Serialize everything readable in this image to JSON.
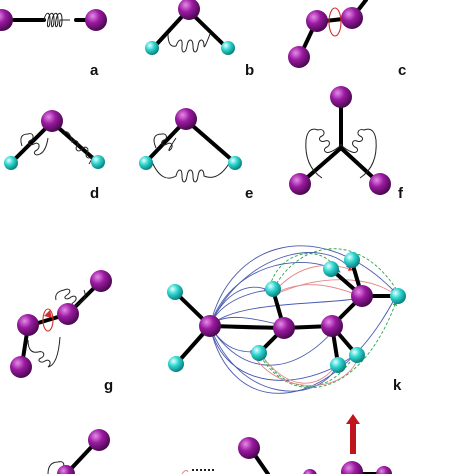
{
  "panels": [
    {
      "id": "a",
      "label": "a"
    },
    {
      "id": "b",
      "label": "b"
    },
    {
      "id": "c",
      "label": "c"
    },
    {
      "id": "d",
      "label": "d"
    },
    {
      "id": "e",
      "label": "e"
    },
    {
      "id": "f",
      "label": "f"
    },
    {
      "id": "g",
      "label": "g"
    },
    {
      "id": "k",
      "label": "k"
    }
  ],
  "colors": {
    "heavy_atom": "#9a1aa0",
    "light_atom": "#2ed6d0",
    "bond": "#000000",
    "spring": "#222222",
    "torsion_marker": "#d23030",
    "connection_blue": "#4a5bb0",
    "connection_green": "#2aa34a",
    "connection_red": "#e38a8a",
    "arrow_up": "#c0141c"
  },
  "icons": {
    "heavy_atom": "purple-sphere-icon",
    "light_atom": "cyan-sphere-icon",
    "spring": "coil-spring-icon",
    "arrow": "red-up-arrow-icon"
  }
}
